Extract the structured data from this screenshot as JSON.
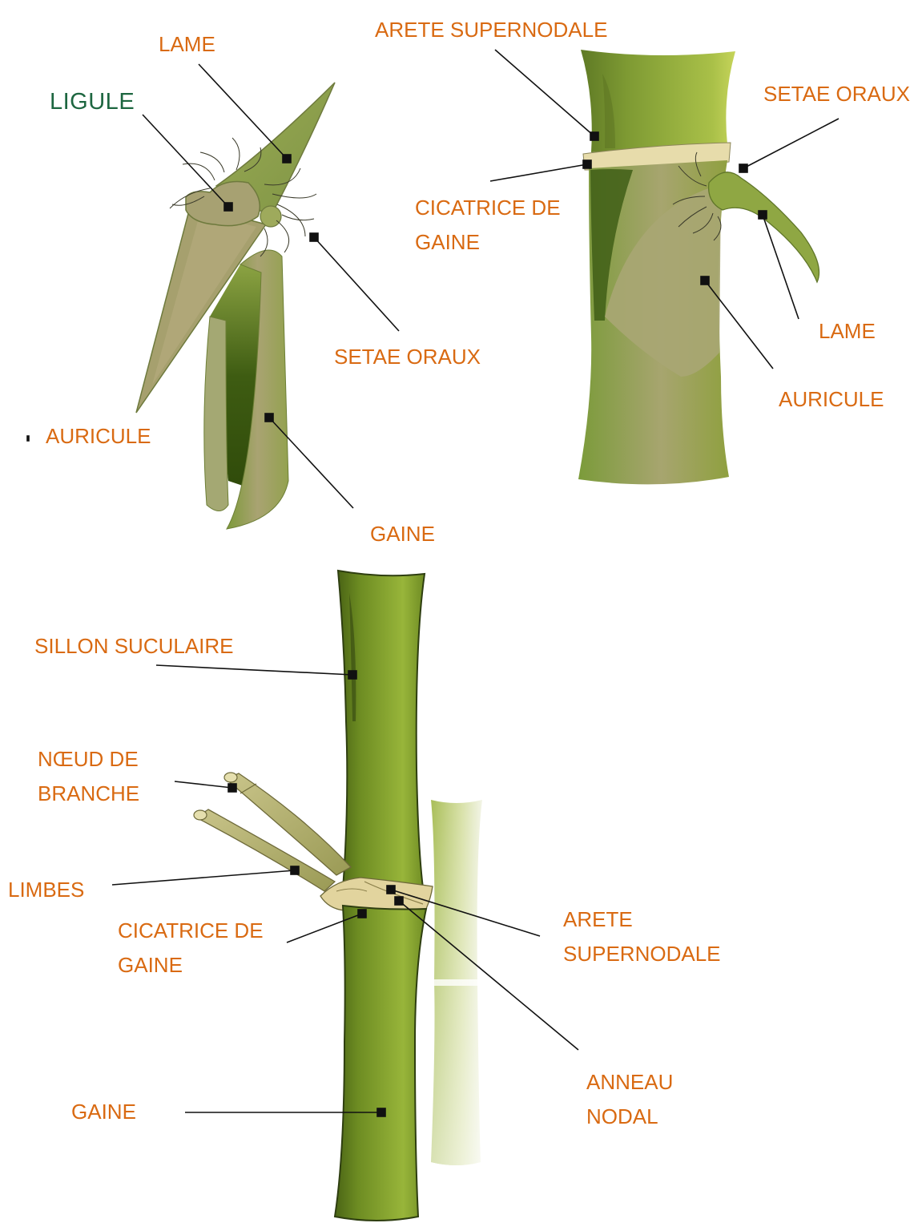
{
  "colors": {
    "label": "#d96a12",
    "ligule_label": "#1d6640",
    "culm_green": "#8fa63a",
    "sheath_tan": "#a8a071",
    "node_cream": "#eadcae",
    "leader": "#111111"
  },
  "figure_top_left": {
    "ligule": "LIGULE",
    "lame": "LAME",
    "setae": "SETAE ORAUX",
    "auricule": "AURICULE",
    "gaine": "GAINE"
  },
  "figure_top_right": {
    "arete": "ARETE SUPERNODALE",
    "setae": "SETAE ORAUX",
    "cicatrice_line1": "CICATRICE DE",
    "cicatrice_line2": "GAINE",
    "lame": "LAME",
    "auricule": "AURICULE"
  },
  "figure_bottom": {
    "sillon": "SILLON SUCULAIRE",
    "noeud_line1": "NŒUD DE",
    "noeud_line2": "BRANCHE",
    "limbes": "LIMBES",
    "cicatrice_line1": "CICATRICE DE",
    "cicatrice_line2": "GAINE",
    "arete_line1": "ARETE",
    "arete_line2": "SUPERNODALE",
    "anneau_line1": "ANNEAU",
    "anneau_line2": "NODAL",
    "gaine": "GAINE"
  }
}
